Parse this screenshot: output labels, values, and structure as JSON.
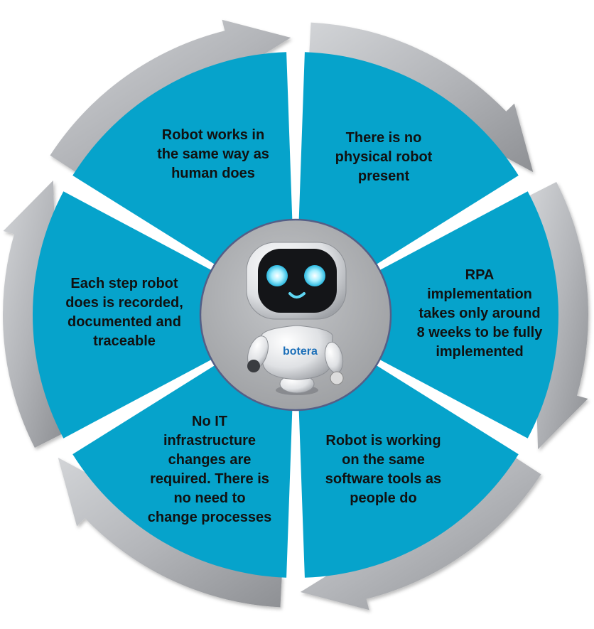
{
  "colors": {
    "segment": "#06a3cb",
    "arrow": "#b7b9bd",
    "hub": "#aeb0b3",
    "hub_border": "#555e86",
    "text": "#111111"
  },
  "segments": [
    {
      "text": "Robot works in\nthe same way as\nhuman does"
    },
    {
      "text": "There is no\nphysical robot\npresent"
    },
    {
      "text": "RPA\nimplementation\ntakes only around\n8 weeks to be fully\nimplemented"
    },
    {
      "text": "Robot is working\non the same\nsoftware tools as\npeople do"
    },
    {
      "text": "No IT\ninfrastructure\nchanges are\nrequired. There is\nno need to\nchange processes"
    },
    {
      "text": "Each step robot\ndoes is recorded,\ndocumented and\ntraceable"
    }
  ],
  "logo": {
    "text": "botera"
  },
  "icons": {
    "center": "robot-mascot-icon",
    "arrows": "cycle-arrow-icon"
  }
}
